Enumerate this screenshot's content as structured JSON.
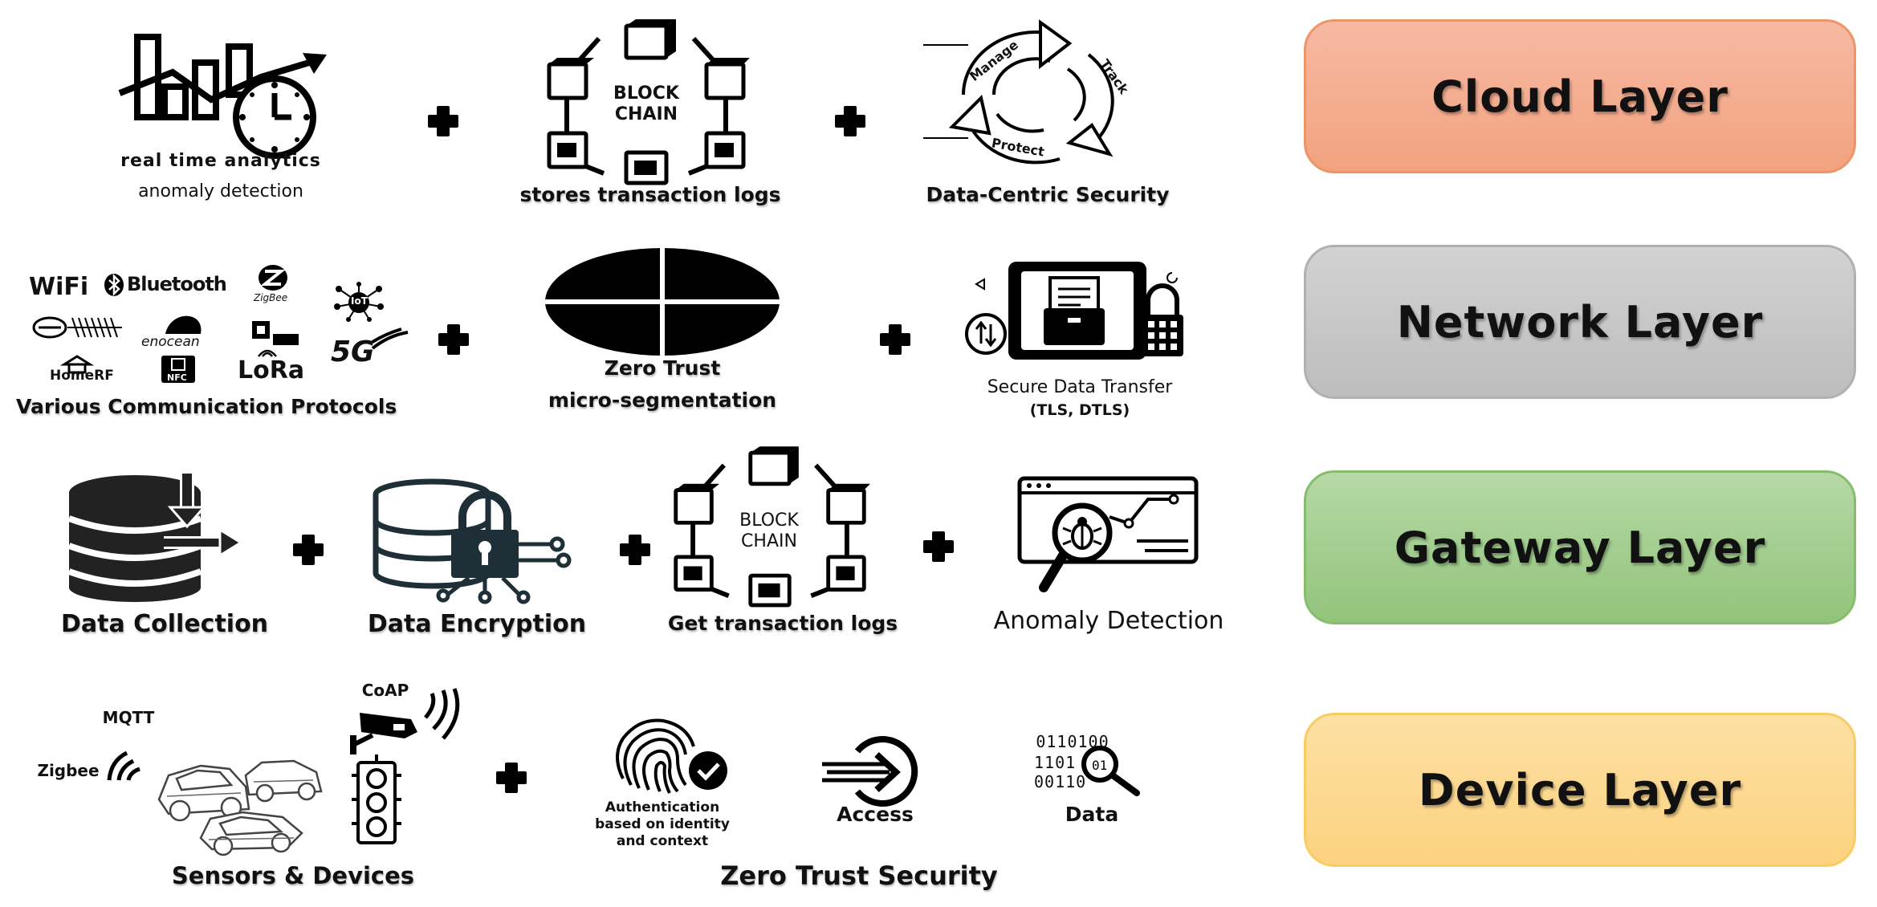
{
  "layers": {
    "cloud": "Cloud Layer",
    "network": "Network Layer",
    "gateway": "Gateway Layer",
    "device": "Device Layer"
  },
  "colors": {
    "cloud": "#f2a27f",
    "network": "#bdbdbd",
    "gateway": "#92c47b",
    "device": "#fcd27f"
  },
  "cloud_row": {
    "analytics_line1": "real time analytics",
    "analytics_line2": "anomaly detection",
    "blockchain_icon_text_1": "BLOCK",
    "blockchain_icon_text_2": "CHAIN",
    "blockchain_caption": "stores transaction logs",
    "cycle_manage": "Manage",
    "cycle_track": "Track",
    "cycle_protect": "Protect",
    "security_caption": "Data-Centric Security"
  },
  "network_row": {
    "protocols": {
      "wifi": "WiFi",
      "bluetooth": "Bluetooth",
      "zigbee": "ZigBee",
      "iot": "IoT",
      "enocean": "enocean",
      "fiveg": "5G",
      "homerf": "HomeRF",
      "nfc": "NFC",
      "lora": "LoRa"
    },
    "protocols_caption": "Various Communication Protocols",
    "zero_trust_line1": "Zero Trust",
    "zero_trust_line2": "micro-segmentation",
    "transfer_line1": "Secure Data Transfer",
    "transfer_line2": "(TLS, DTLS)"
  },
  "gateway_row": {
    "collection": "Data Collection",
    "encryption": "Data Encryption",
    "blockchain_icon_text_1": "BLOCK",
    "blockchain_icon_text_2": "CHAIN",
    "blockchain_caption": "Get transaction logs",
    "anomaly": "Anomaly Detection"
  },
  "device_row": {
    "coap": "CoAP",
    "mqtt": "MQTT",
    "zigbee": "Zigbee",
    "sensors_caption": "Sensors & Devices",
    "auth_line1": "Authentication",
    "auth_line2": "based on identity",
    "auth_line3": "and context",
    "access": "Access",
    "data": "Data",
    "data_bits_1": "0110100",
    "data_bits_2": "1101",
    "data_bits_3": "00110",
    "zero_trust_caption": "Zero Trust Security"
  }
}
